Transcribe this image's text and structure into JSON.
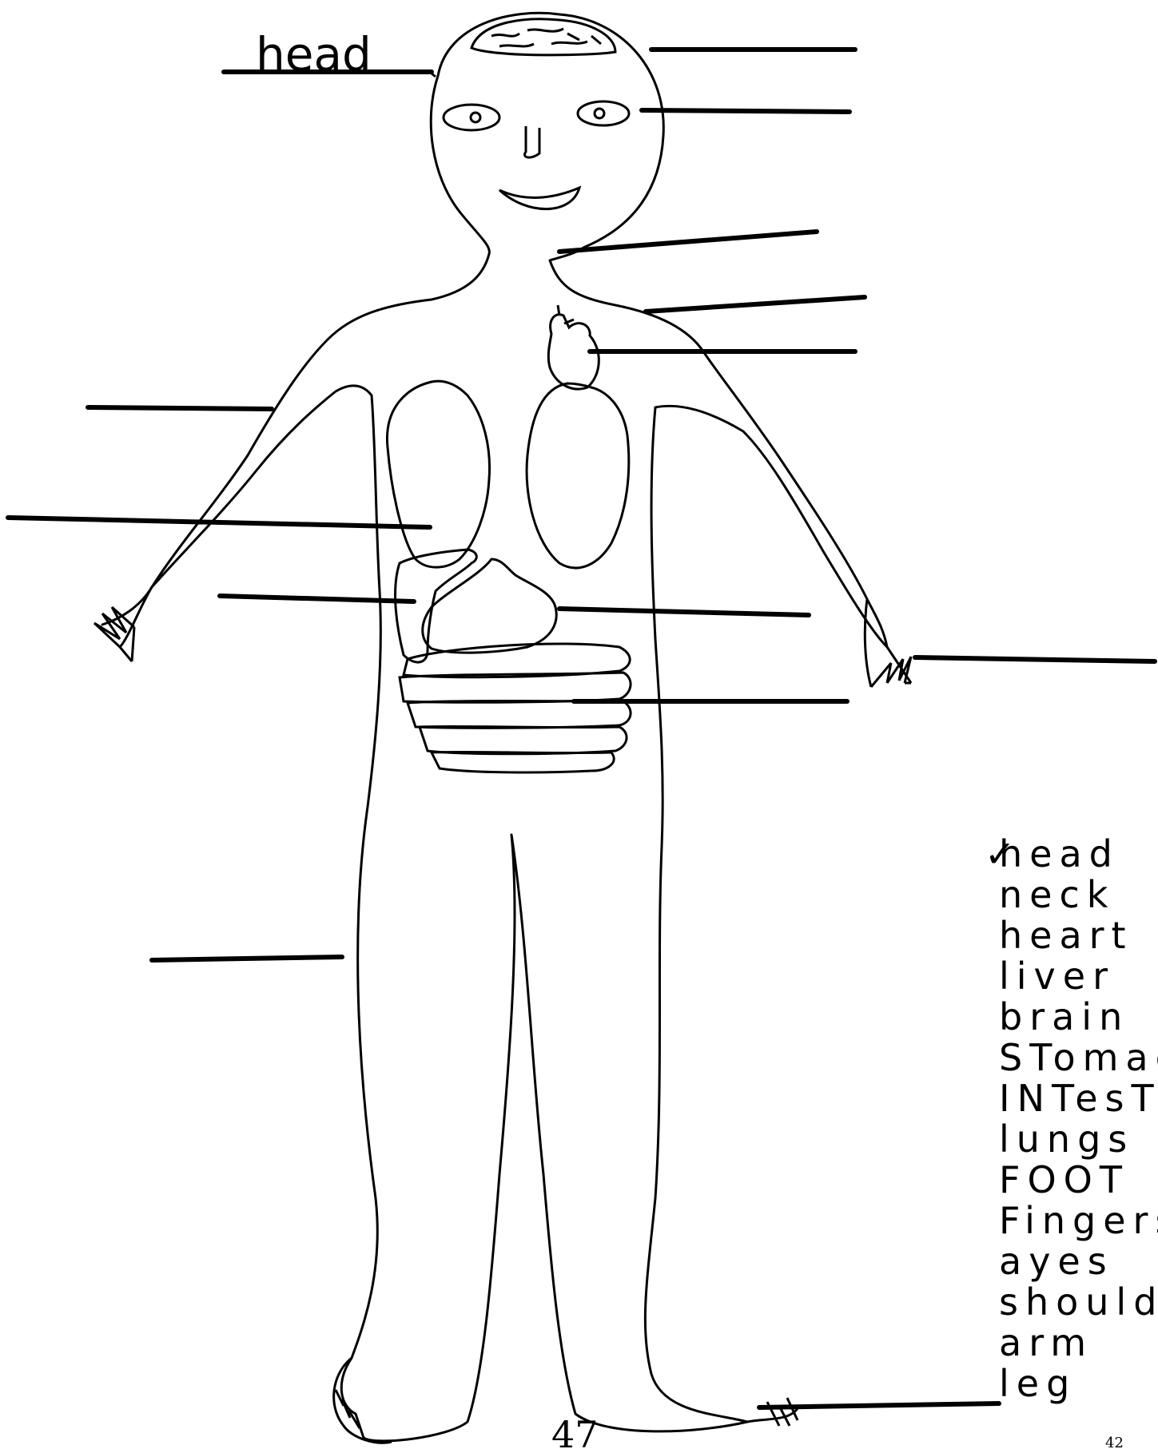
{
  "worksheet": {
    "filled_label": "head",
    "word_bank": [
      "head",
      "neck",
      "heart",
      "liver",
      "brain",
      "STomac",
      "INTesTIN",
      "lungs",
      "FOOT",
      "Fingers",
      "ayes",
      "should",
      "arm",
      "leg"
    ],
    "checkmark": "✓",
    "page_number": "47",
    "corner_page_number": "42"
  }
}
